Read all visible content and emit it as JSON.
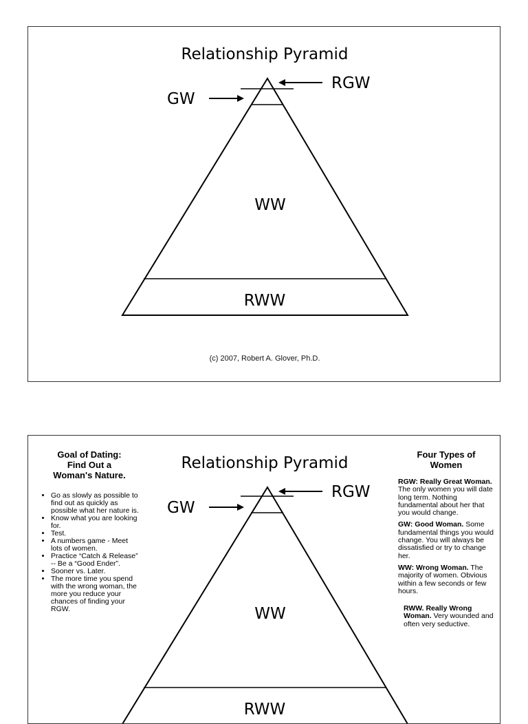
{
  "slide1": {
    "title": "Relationship Pyramid",
    "labels": {
      "rgw": "RGW",
      "gw": "GW",
      "ww": "WW",
      "rww": "RWW"
    },
    "copyright": "(c) 2007, Robert A. Glover, Ph.D."
  },
  "slide2": {
    "title": "Relationship Pyramid",
    "labels": {
      "rgw": "RGW",
      "gw": "GW",
      "ww": "WW",
      "rww": "RWW"
    },
    "left": {
      "heading_line1": "Goal of Dating:",
      "heading_line2": "Find Out a",
      "heading_line3": "Woman's Nature.",
      "bullets": [
        "Go as slowly as possible to find out as quickly as possible what her nature is.",
        "Know what you are looking for.",
        "Test.",
        "A numbers game - Meet lots of women.",
        "Practice “Catch & Release” -- Be a “Good Ender”.",
        "Sooner vs. Later.",
        "The more time you spend with the wrong woman, the more you reduce your chances of finding your RGW."
      ]
    },
    "right": {
      "heading_line1": "Four Types of",
      "heading_line2": "Women",
      "types": [
        {
          "term": "RGW:  Really Great Woman.",
          "desc": "  The only women you will date long term.  Nothing fundamental about her that you would change."
        },
        {
          "term": "GW:  Good Woman.",
          "desc": " Some fundamental things you would change.  You will always be dissatisfied or try to change her."
        },
        {
          "term": "WW:  Wrong Woman.",
          "desc": " The majority of women. Obvious within a few seconds or few hours."
        },
        {
          "term": "RWW.  Really Wrong Woman.",
          "desc": " Very wounded and often very seductive."
        }
      ]
    }
  }
}
